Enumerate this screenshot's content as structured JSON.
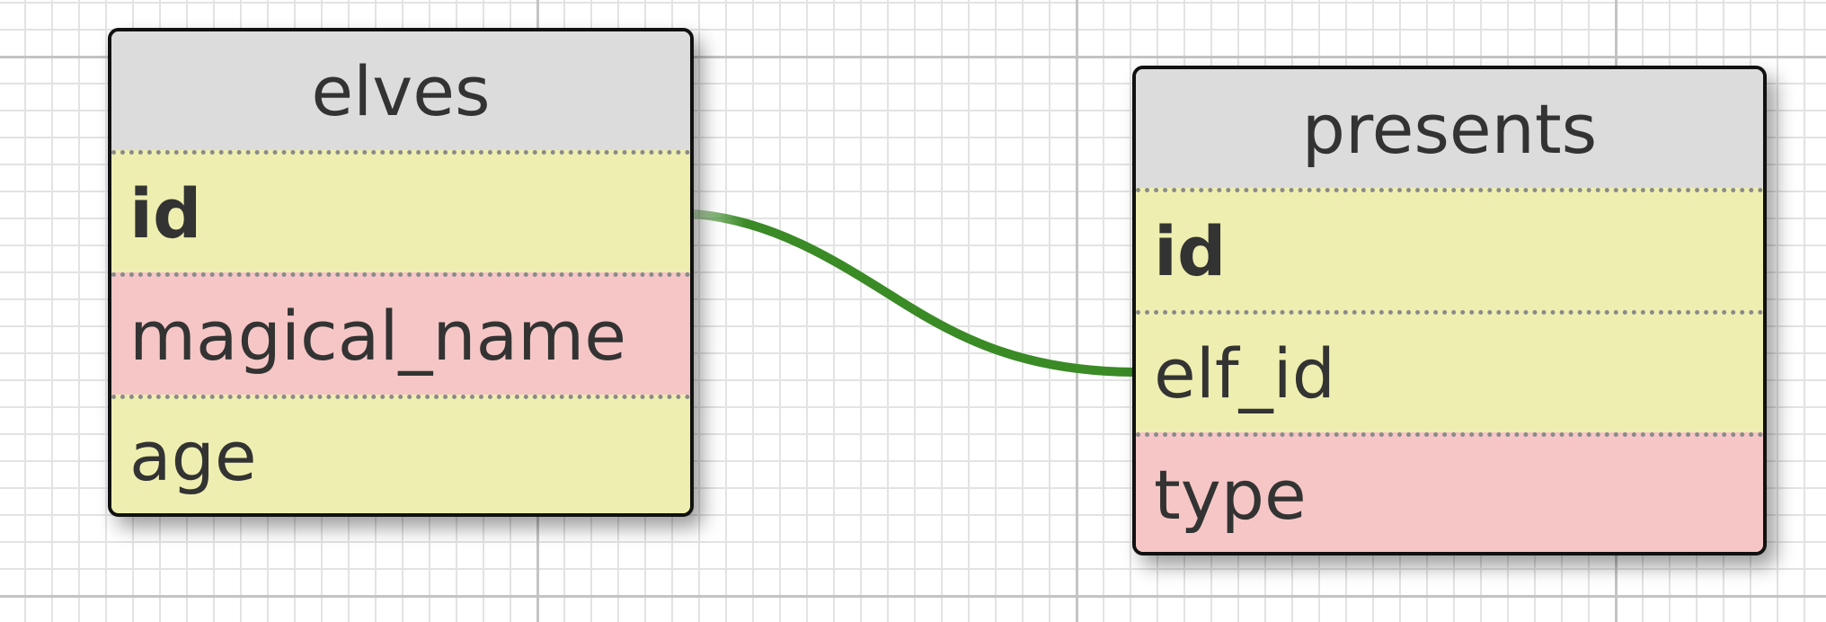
{
  "diagram": {
    "tables": [
      {
        "name": "elves",
        "fields": [
          {
            "name": "id",
            "kind": "primary-key",
            "color": "#eeeeb0"
          },
          {
            "name": "magical_name",
            "kind": "attribute",
            "color": "#f6c6c6"
          },
          {
            "name": "age",
            "kind": "column",
            "color": "#eeeeb0"
          }
        ]
      },
      {
        "name": "presents",
        "fields": [
          {
            "name": "id",
            "kind": "primary-key",
            "color": "#eeeeb0"
          },
          {
            "name": "elf_id",
            "kind": "foreign-key",
            "color": "#eeeeb0"
          },
          {
            "name": "type",
            "kind": "attribute",
            "color": "#f6c6c6"
          }
        ]
      }
    ],
    "relationships": [
      {
        "from": "elves.id",
        "to": "presents.elf_id",
        "color": "#3a8a26"
      }
    ],
    "colors": {
      "header": "#dcdcdc",
      "border": "#111111",
      "text": "#333333",
      "separator": "#8a8a8a"
    }
  }
}
